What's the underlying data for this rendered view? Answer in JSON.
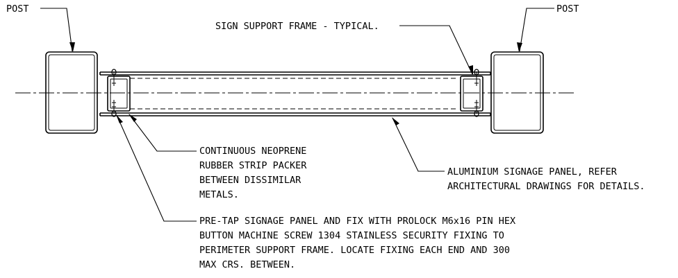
{
  "labels": {
    "post_left": "POST",
    "post_right": "POST",
    "frame": "SIGN SUPPORT FRAME - TYPICAL.",
    "neoprene": [
      "CONTINUOUS NEOPRENE",
      "RUBBER STRIP PACKER",
      "BETWEEN DISSIMILAR",
      "METALS."
    ],
    "panel": [
      "ALUMINIUM SIGNAGE PANEL, REFER",
      "ARCHITECTURAL DRAWINGS FOR DETAILS."
    ],
    "fixing": [
      "PRE-TAP SIGNAGE PANEL AND FIX WITH PROLOCK M6x16 PIN HEX",
      "BUTTON MACHINE SCREW 1304 STAINLESS SECURITY FIXING TO",
      "PERIMETER SUPPORT FRAME. LOCATE FIXING EACH END AND 300",
      "MAX CRS. BETWEEN."
    ]
  },
  "colors": {
    "line": "#000000",
    "background": "#ffffff"
  }
}
